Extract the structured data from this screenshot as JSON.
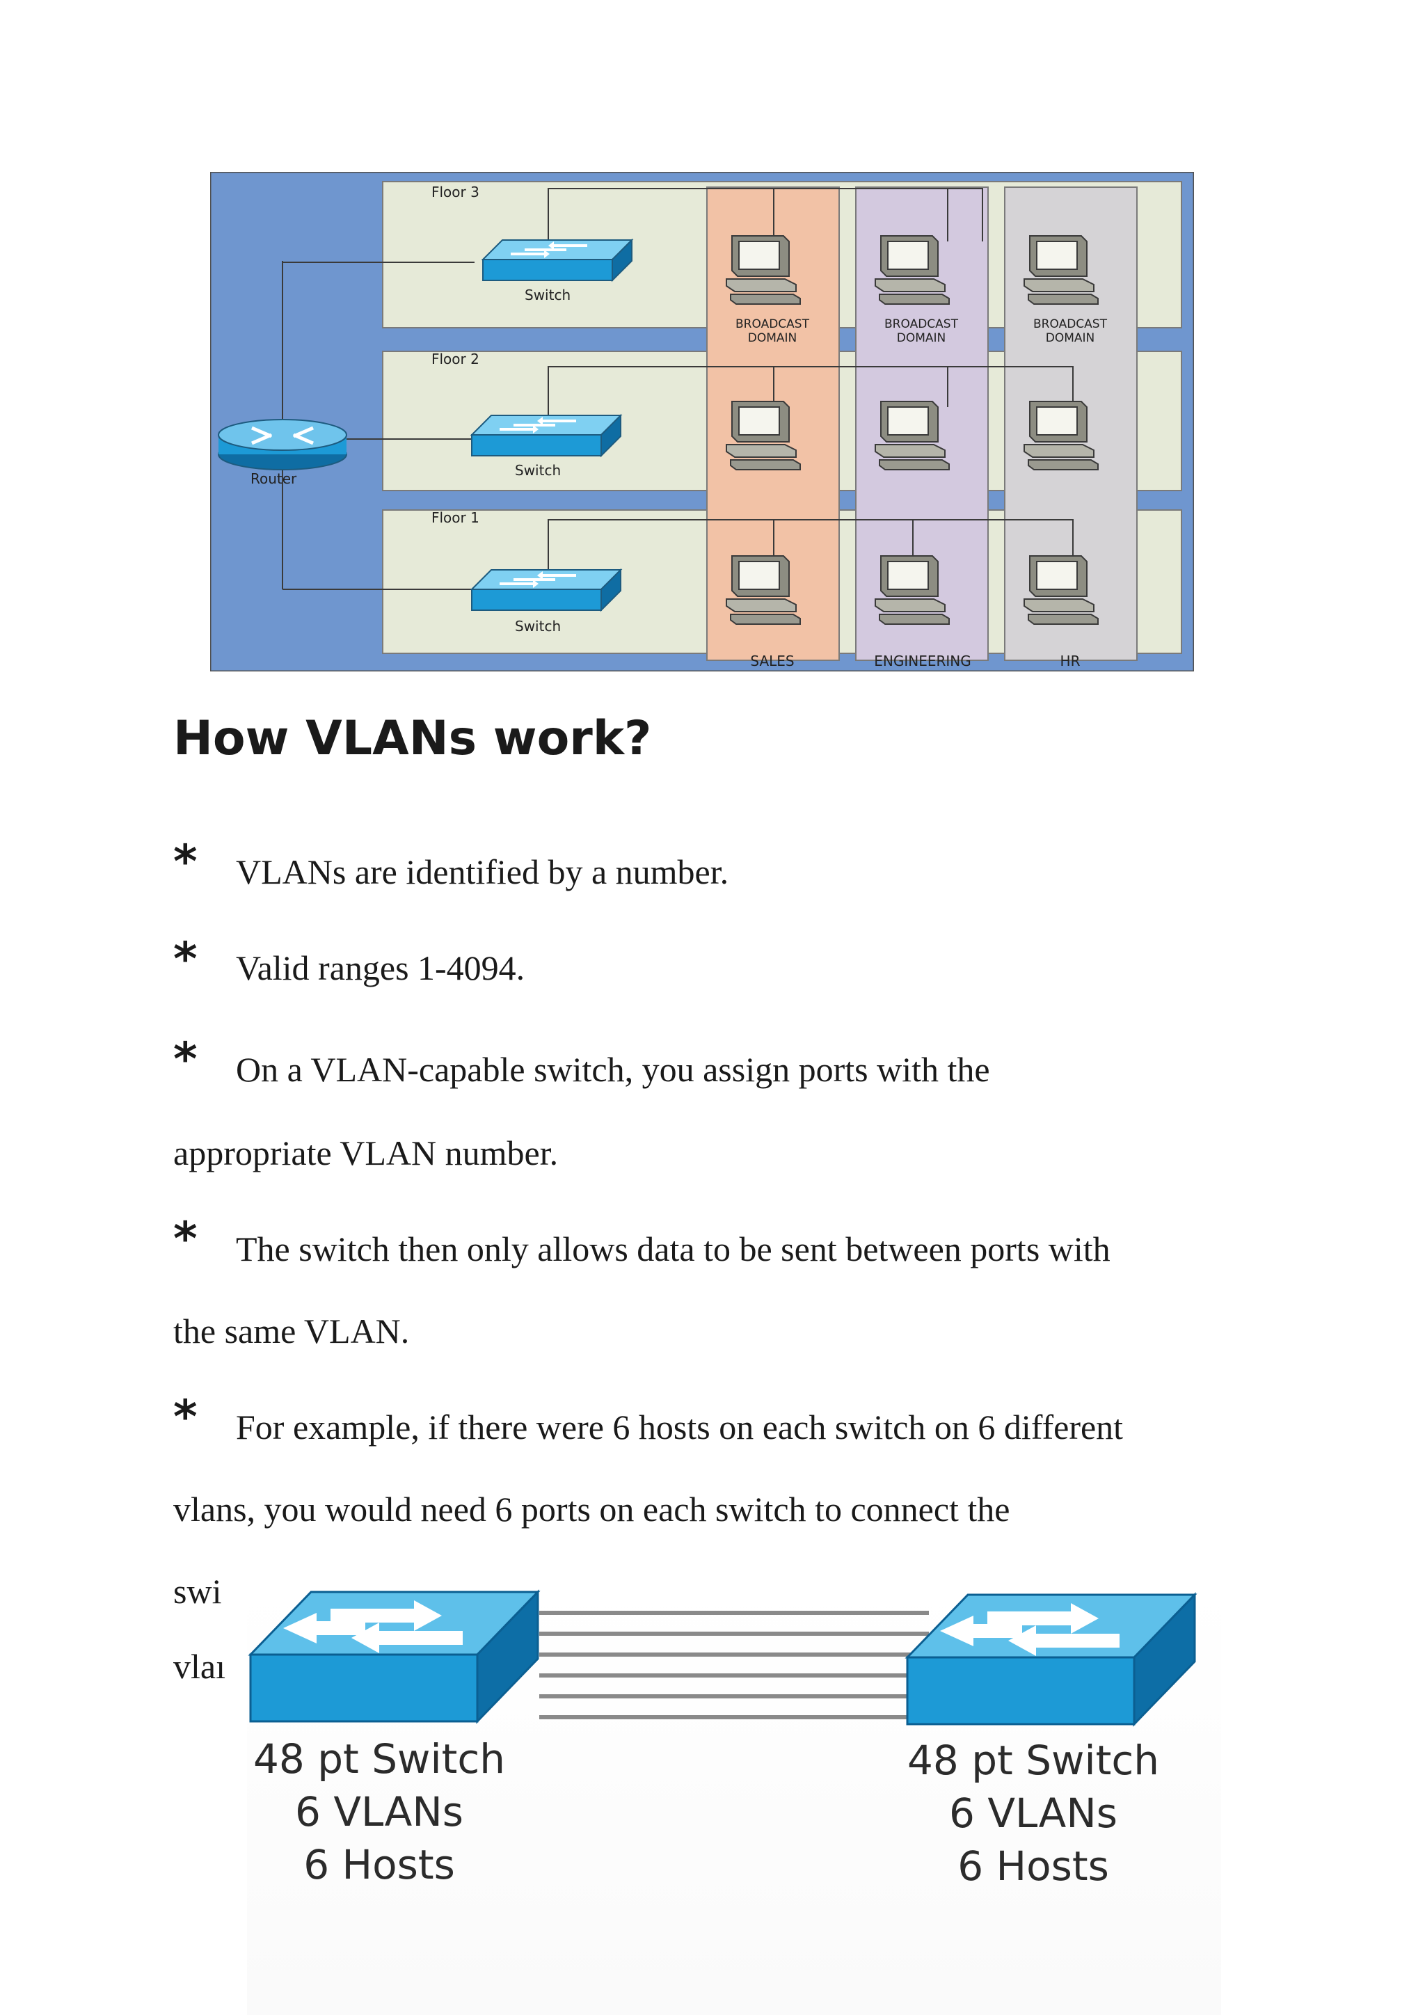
{
  "diagram": {
    "floors": [
      "Floor 3",
      "Floor 2",
      "Floor 1"
    ],
    "switch_label": "Switch",
    "router_label": "Router",
    "broadcast_label_line1": "BROADCAST",
    "broadcast_label_line2": "DOMAIN",
    "departments": [
      "SALES",
      "ENGINEERING",
      "HR"
    ],
    "colors": {
      "frame_blue": "#6f96cf",
      "floor_bg": "#e6ead8",
      "sales": "#f2c2a6",
      "engineering": "#d3c9df",
      "hr": "#d5d3d6",
      "switch_blue": "#1d9ad6"
    }
  },
  "heading": "How VLANs work?",
  "bullets": [
    {
      "star": "*",
      "text": "VLANs are identified by a number."
    },
    {
      "star": "*",
      "text": "Valid ranges 1-4094."
    },
    {
      "star": "*",
      "text": "On a VLAN-capable switch, you assign ports with the",
      "continuation": "appropriate VLAN number."
    },
    {
      "star": "*",
      "text": "The switch then only allows data to be sent between ports with",
      "continuation": "the same VLAN."
    },
    {
      "star": "*",
      "text": "For example, if there were 6 hosts on each switch on 6 different",
      "continuation": "vlans, you would need 6 ports on each switch to connect the"
    }
  ],
  "partial_text": [
    "swi",
    "vlaı"
  ],
  "bottom_figure": {
    "left_caption": [
      "48 pt Switch",
      "6 VLANs",
      "6 Hosts"
    ],
    "right_caption": [
      "48 pt Switch",
      "6 VLANs",
      "6 Hosts"
    ]
  }
}
